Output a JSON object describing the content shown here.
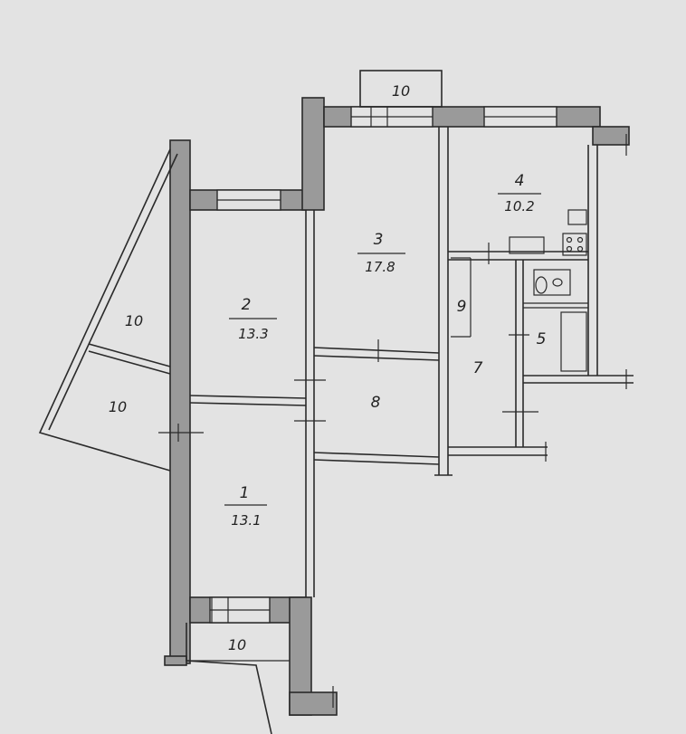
{
  "rooms": [
    {
      "id": "room-1",
      "number": "1",
      "area": "13.1"
    },
    {
      "id": "room-2",
      "number": "2",
      "area": "13.3"
    },
    {
      "id": "room-3",
      "number": "3",
      "area": "17.8"
    },
    {
      "id": "room-4",
      "number": "4",
      "area": "10.2"
    }
  ],
  "unlabeled": {
    "room_5": "5",
    "room_7": "7",
    "room_8": "8",
    "room_9": "9"
  },
  "balconies": {
    "top": "10",
    "left_upper": "10",
    "left_lower": "10",
    "bottom": "10"
  },
  "colors": {
    "paper": "#e3e3e3",
    "wall_fill": "#9a9a9a",
    "ink": "#2a2a2a"
  }
}
